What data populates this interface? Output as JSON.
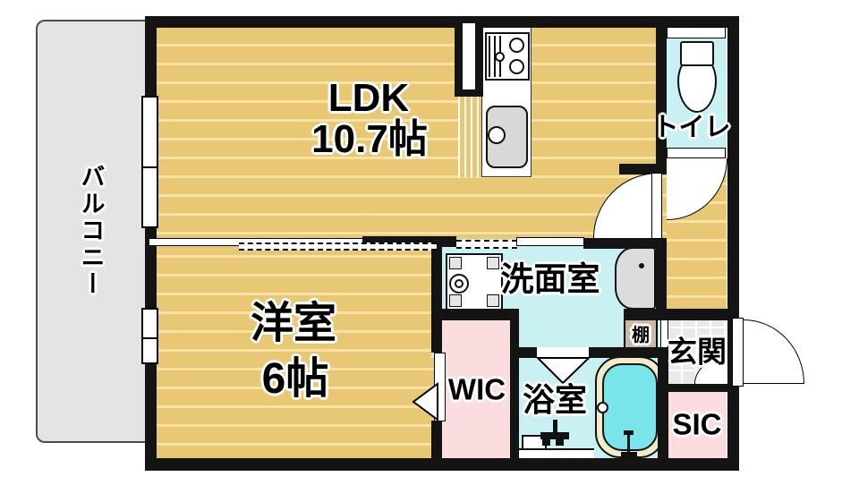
{
  "plan": {
    "type": "apartment-floor-plan",
    "rooms": [
      {
        "id": "balcony",
        "label": "バルコニー"
      },
      {
        "id": "ldk",
        "label": "LDK",
        "size": "10.7帖"
      },
      {
        "id": "western-room",
        "label": "洋室",
        "size": "6帖"
      },
      {
        "id": "toilet",
        "label": "トイレ"
      },
      {
        "id": "washroom",
        "label": "洗面室"
      },
      {
        "id": "bathroom",
        "label": "浴室"
      },
      {
        "id": "wic",
        "label": "WIC"
      },
      {
        "id": "sic",
        "label": "SIC"
      },
      {
        "id": "entrance",
        "label": "玄関"
      },
      {
        "id": "shelf",
        "label": "棚"
      }
    ],
    "fixtures": [
      "stove-icon",
      "kitchen-sink-icon",
      "toilet-icon",
      "washing-machine-pan-icon",
      "washbasin-icon",
      "bathtub-icon",
      "shower-mixer-icon",
      "door-swing-arc",
      "sliding-door-track",
      "window-symbol",
      "folding-door-triangle"
    ],
    "colors": {
      "wall": "#141414",
      "wood_floor": "#e8c874",
      "wood_floor_stripe": "#f6e3a4",
      "wet_area": "#c9f1f4",
      "bath_water": "#79e4ea",
      "tub_rim": "#f3ecc8",
      "closet_pink": "#fbdcdf",
      "balcony_gray": "#e4e4e4",
      "entrance_tile": "#e9e9e9",
      "shelf_tan": "#cbb9a4"
    }
  }
}
